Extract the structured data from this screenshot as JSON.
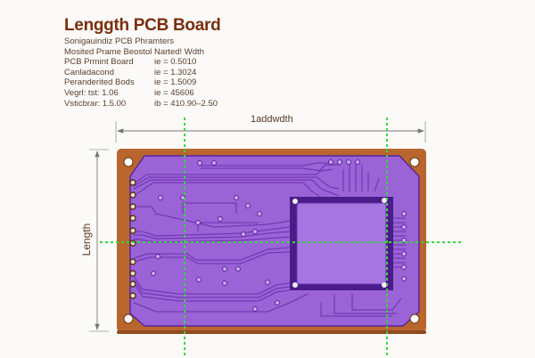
{
  "title": "Lenggth PCB Board",
  "subtitle": "Sonigauindiz PCB Phramters",
  "params": [
    {
      "key": "Mosited Prame  Beostol",
      "value": "Narted! Wdth"
    },
    {
      "key": "PCB Prmint Board",
      "value": "ie = 0.5010"
    },
    {
      "key": "Canladacond",
      "value": "ie = 1.3024"
    },
    {
      "key": "Peranderited Bods",
      "value": "ie = 1.5009"
    },
    {
      "key": "Vegrl: tst: 1.06",
      "value": "ie = 45606"
    },
    {
      "key": "Vsticbrar: 1.5.00",
      "value": "ib = 410.90–2.50"
    }
  ],
  "dimensions": {
    "width_label": "1addwdth",
    "length_label": "Length"
  },
  "colors": {
    "board_substrate": "#b8662e",
    "solder_mask": "#9a63d6",
    "trace": "#6a2fb0",
    "guide_lines": "#3ad63a",
    "title": "#7a2e0c"
  }
}
